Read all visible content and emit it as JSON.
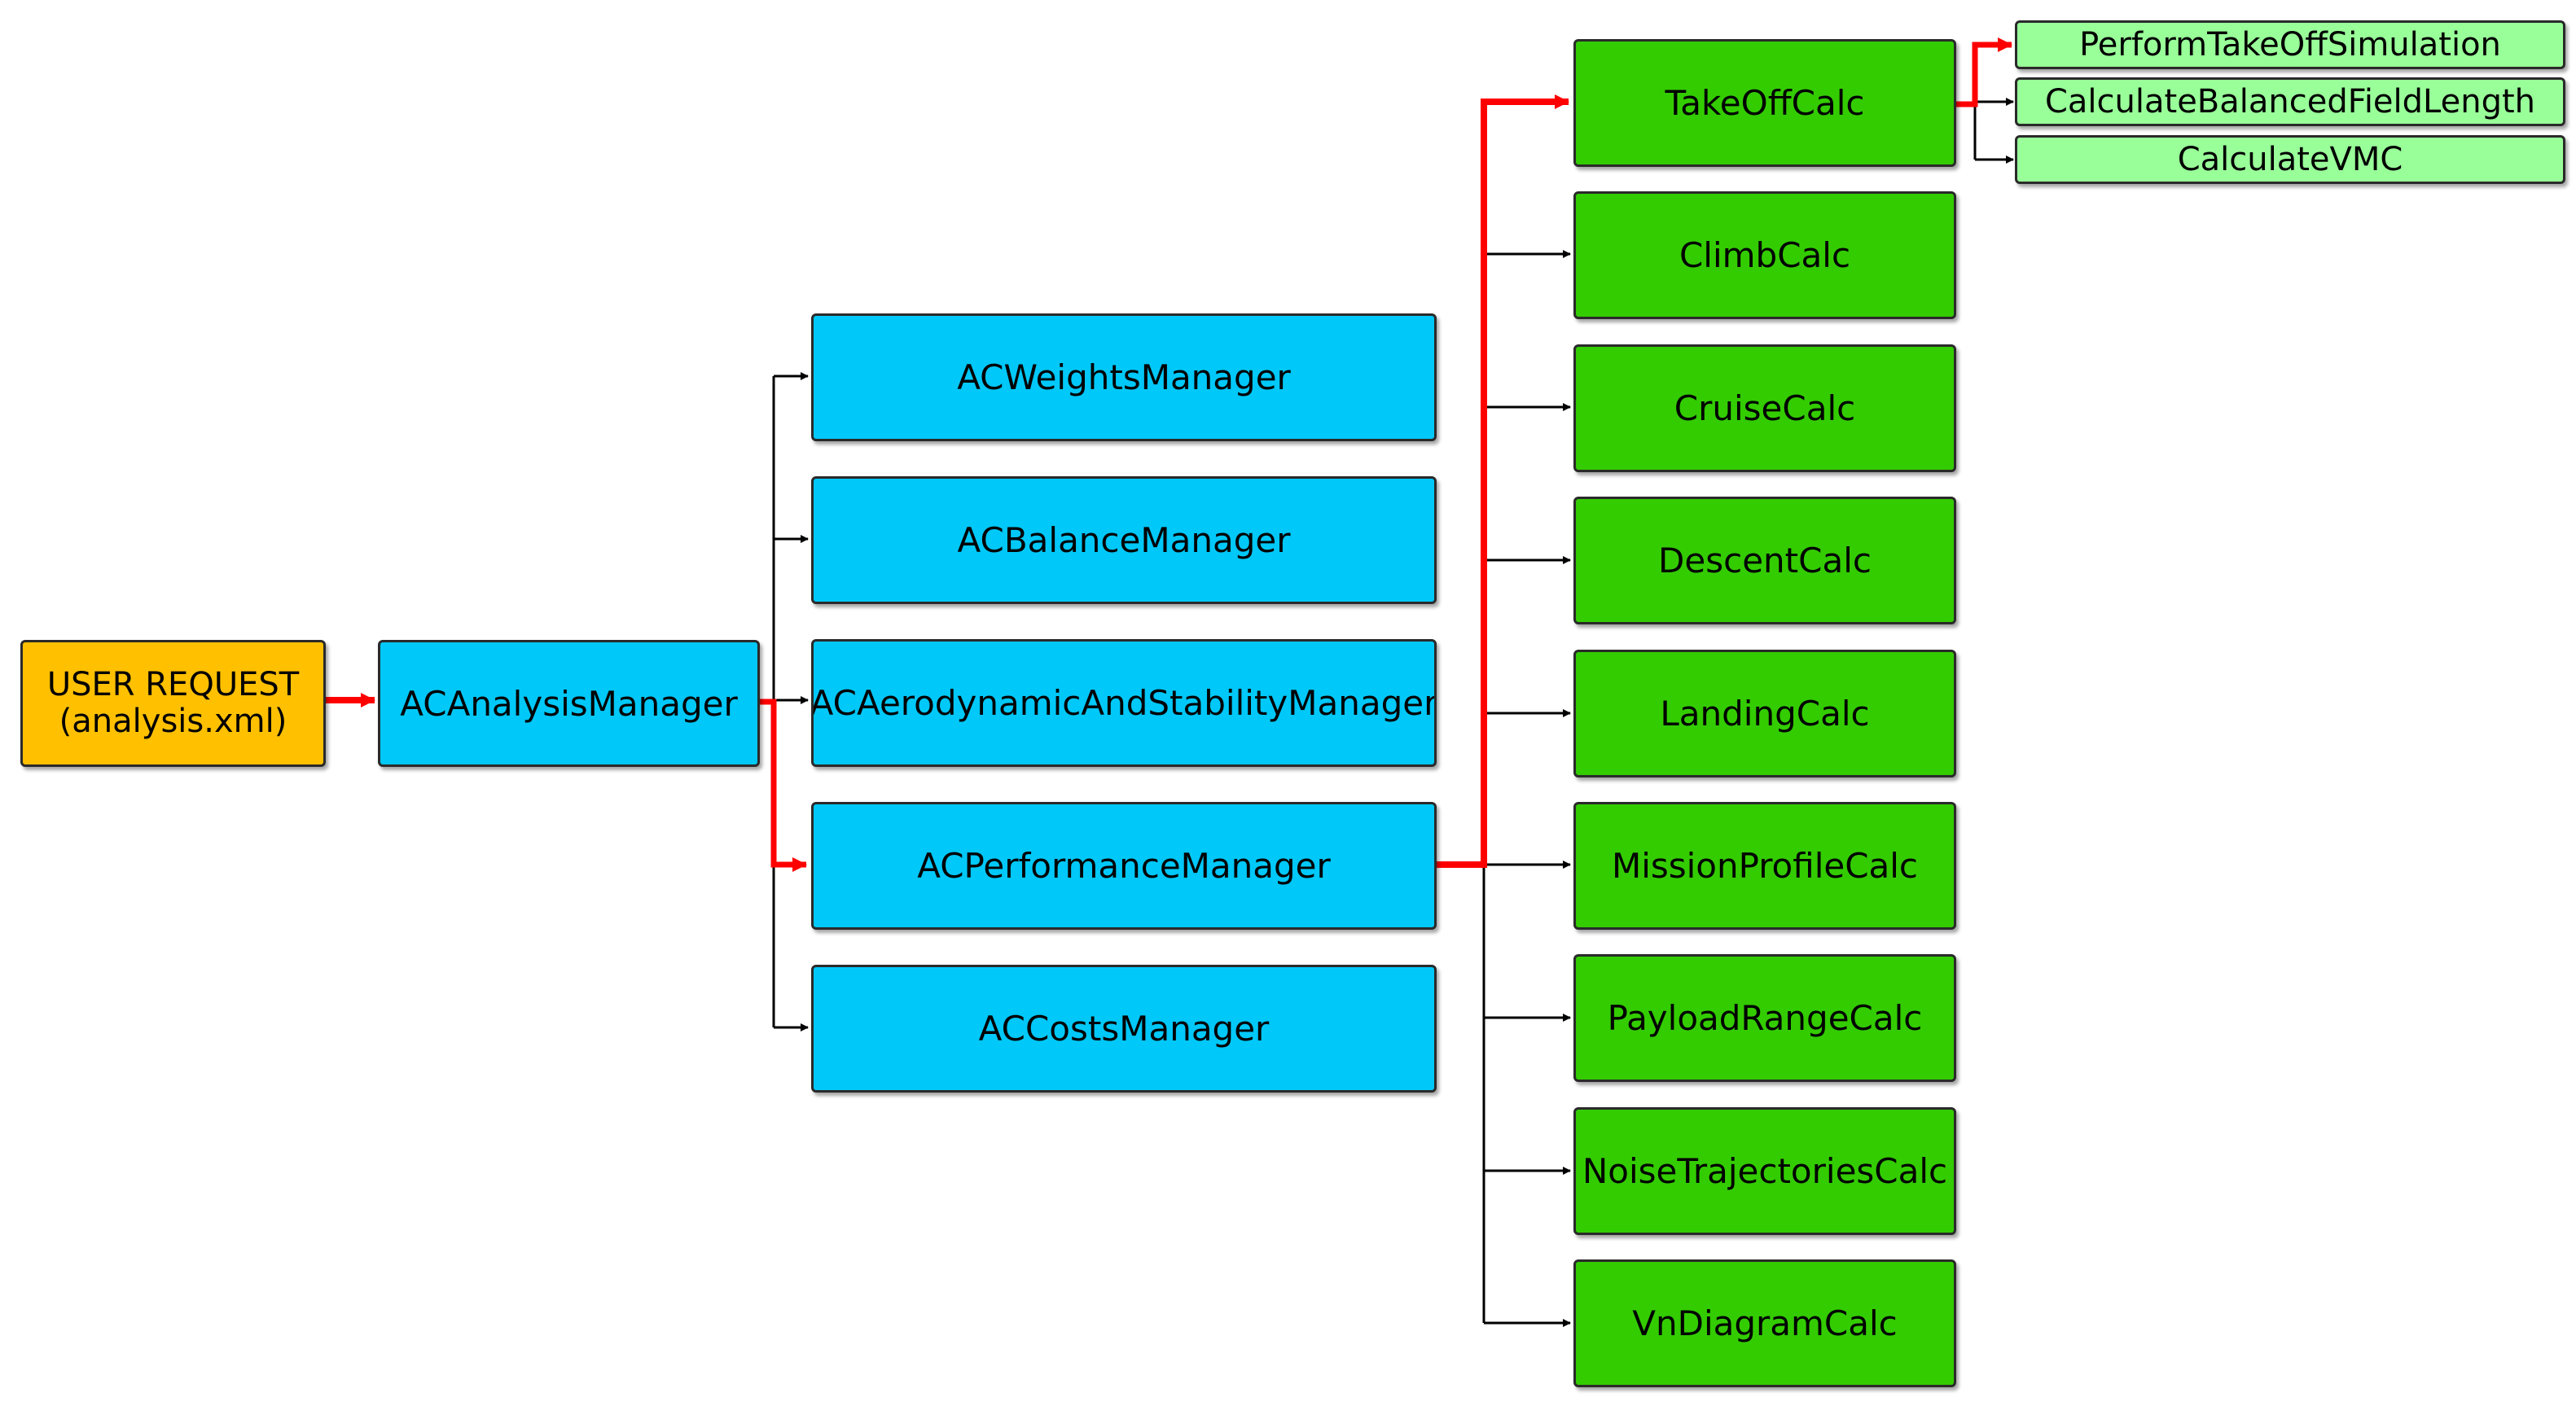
{
  "colors": {
    "root": "#ffc000",
    "manager": "#00c8f8",
    "calc": "#33cc00",
    "subcalc": "#99ff99",
    "highlight": "#ff0000",
    "connector": "#000000"
  },
  "root": {
    "line1": "USER REQUEST",
    "line2": "(analysis.xml)"
  },
  "analysis_manager": {
    "label": "ACAnalysisManager"
  },
  "managers": [
    {
      "label": "ACWeightsManager"
    },
    {
      "label": "ACBalanceManager"
    },
    {
      "label": "ACAerodynamicAndStabilityManager"
    },
    {
      "label": "ACPerformanceManager"
    },
    {
      "label": "ACCostsManager"
    }
  ],
  "calcs": [
    {
      "label": "TakeOffCalc"
    },
    {
      "label": "ClimbCalc"
    },
    {
      "label": "CruiseCalc"
    },
    {
      "label": "DescentCalc"
    },
    {
      "label": "LandingCalc"
    },
    {
      "label": "MissionProfileCalc"
    },
    {
      "label": "PayloadRangeCalc"
    },
    {
      "label": "NoiseTrajectoriesCalc"
    },
    {
      "label": "VnDiagramCalc"
    }
  ],
  "takeoff_subcalcs": [
    {
      "label": "PerformTakeOffSimulation"
    },
    {
      "label": "CalculateBalancedFieldLength"
    },
    {
      "label": "CalculateVMC"
    }
  ]
}
